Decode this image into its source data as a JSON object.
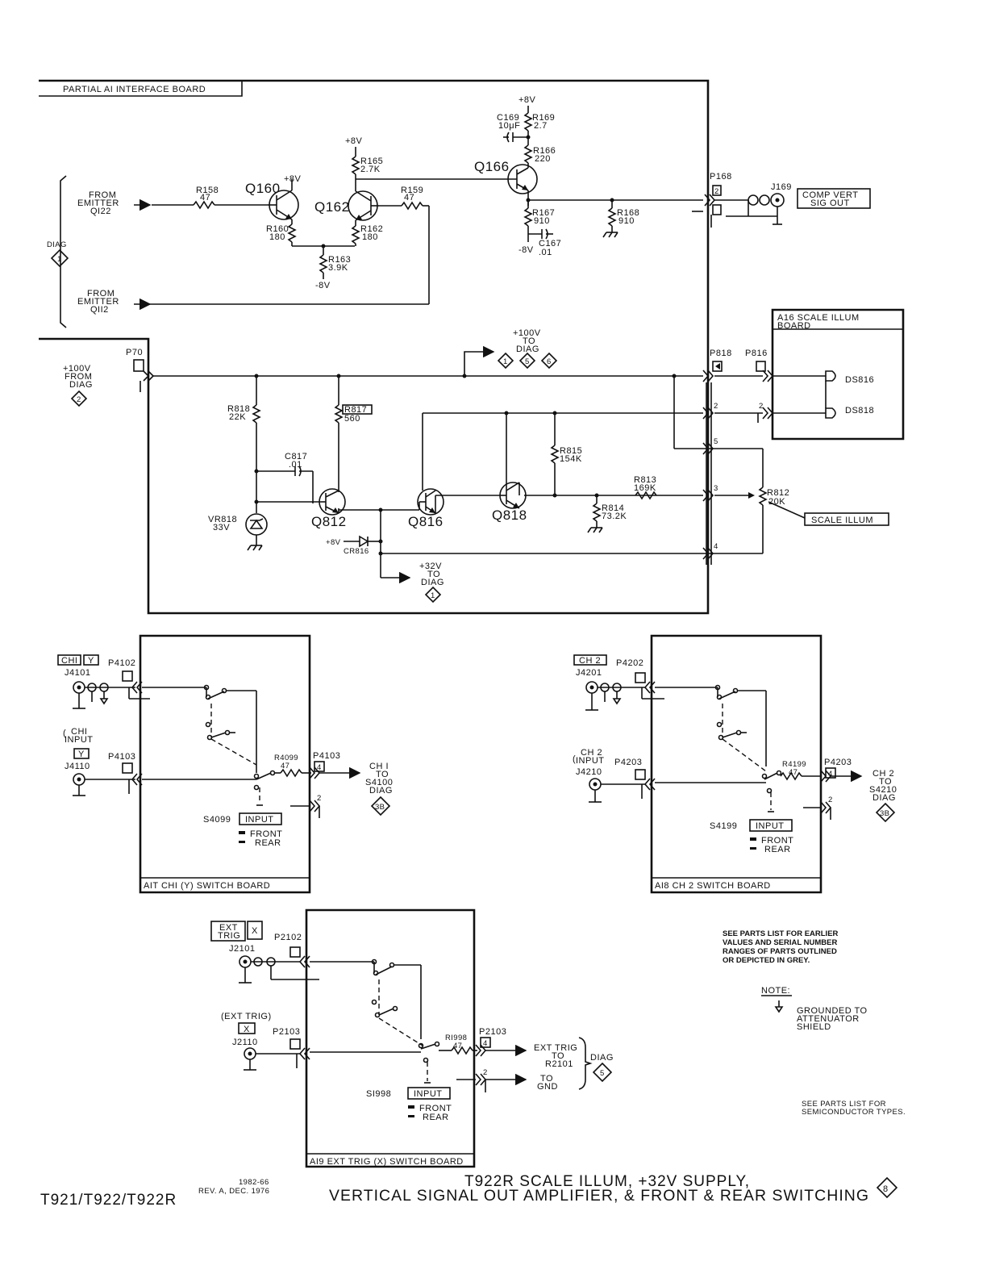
{
  "boards": {
    "a1": "PARTIAL AI INTERFACE BOARD",
    "a16": [
      "A16 SCALE ILLUM",
      "BOARD"
    ],
    "a17": "AIT CHI (Y) SWITCH BOARD",
    "a18": "AI8 CH 2 SWITCH BOARD",
    "a19": "AI9 EXT TRIG (X) SWITCH BOARD"
  },
  "supplies": {
    "p8v_q165": "+8V",
    "p8v_q166": "+8V",
    "p8v_q160": "+8V",
    "m8v_r163": "-8V",
    "m8v_c167": "-8V",
    "p8v_cr816": "+8V"
  },
  "components": {
    "q160": "Q160",
    "q162": "Q162",
    "q166": "Q166",
    "q812": "Q812",
    "q816": "Q816",
    "q818": "Q818",
    "r158": [
      "R158",
      "47"
    ],
    "r159": [
      "R159",
      "47"
    ],
    "r160": [
      "R160",
      "180"
    ],
    "r162": [
      "R162",
      "180"
    ],
    "r163": [
      "R163",
      "3.9K"
    ],
    "r165": [
      "R165",
      "2.7K"
    ],
    "r166": [
      "R166",
      "220"
    ],
    "r167": [
      "R167",
      "910"
    ],
    "r168": [
      "R168",
      "910"
    ],
    "r169": [
      "R169",
      "2.7"
    ],
    "c169": [
      "C169",
      "10μF"
    ],
    "c167": [
      "C167",
      ".01"
    ],
    "r818": [
      "R818",
      "22K"
    ],
    "r817": [
      "R817",
      "560"
    ],
    "c817": [
      "C817",
      ".01"
    ],
    "vr818": [
      "VR818",
      "33V"
    ],
    "r815": [
      "R815",
      "154K"
    ],
    "r813": [
      "R813",
      "169K"
    ],
    "r814": [
      "R814",
      "73.2K"
    ],
    "r812": [
      "R812",
      "20K"
    ],
    "cr816": "CR816",
    "ds816": "DS816",
    "ds818": "DS818",
    "r4099": [
      "R4099",
      "47"
    ],
    "r4199": [
      "R4199",
      "47"
    ],
    "r1998": [
      "RI998",
      "47"
    ]
  },
  "connectors": {
    "p168": "P168",
    "j169": "J169",
    "p70": "P70",
    "p818": "P818",
    "p816": "P816",
    "p4102": "P4102",
    "p4103a": "P4103",
    "p4103b": "P4103",
    "j4101": "J4101",
    "j4110": "J4110",
    "p4202": "P4202",
    "p4203a": "P4203",
    "p4203b": "P4203",
    "j4201": "J4201",
    "j4210": "J4210",
    "p2102": "P2102",
    "p2103a": "P2103",
    "p2103b": "P2103",
    "j2101": "J2101",
    "j2110": "J2110"
  },
  "signals": {
    "from_q122": [
      "FROM",
      "EMITTER",
      "QI22"
    ],
    "from_q112": [
      "FROM",
      "EMITTER",
      "QII2"
    ],
    "diag_label": "DIAG",
    "diag1": "1",
    "comp_vert": [
      "COMP VERT",
      "SIG OUT"
    ],
    "p100v_from": [
      "+100V",
      "FROM",
      "DIAG"
    ],
    "diag2": "2",
    "p100v_to": [
      "+100V",
      "TO",
      "DIAG"
    ],
    "diags_100v": [
      "1",
      "5",
      "6"
    ],
    "p32v_to": [
      "+32V",
      "TO",
      "DIAG"
    ],
    "scale_illum": "SCALE ILLUM",
    "ch1_to": [
      "CH I",
      "TO",
      "S4100",
      "DIAG"
    ],
    "ch2_to": [
      "CH 2",
      "TO",
      "S4210",
      "DIAG"
    ],
    "diag3b": "3B",
    "ext_trig_to": [
      "EXT TRIG",
      "TO",
      "R2101"
    ],
    "to_gnd": [
      "TO",
      "GND"
    ],
    "diag5": "5"
  },
  "switches": {
    "s4099": "S4099",
    "s4199": "S4199",
    "s1998": "SI998",
    "input": "INPUT",
    "front": "FRONT",
    "rear": "REAR"
  },
  "inputs": {
    "ch1_box": "CHI",
    "y_box": "Y",
    "ch1_input": [
      "CHI",
      "INPUT"
    ],
    "ch2_box": "CH 2",
    "ch2_input": [
      "CH 2",
      "INPUT"
    ],
    "ext_trig_box": [
      "EXT",
      "TRIG"
    ],
    "x_box": "X",
    "ext_trig_input": "(EXT TRIG)"
  },
  "pins": [
    "1",
    "2",
    "3",
    "4",
    "5"
  ],
  "notes": {
    "parts_grey": [
      "SEE PARTS LIST FOR EARLIER",
      "VALUES AND SERIAL NUMBER",
      "RANGES OF PARTS OUTLINED",
      "OR DEPICTED IN GREY."
    ],
    "note_label": "NOTE:",
    "grounded": [
      "GROUNDED TO",
      "ATTENUATOR",
      "SHIELD"
    ],
    "semis": [
      "SEE PARTS LIST FOR",
      "SEMICONDUCTOR TYPES."
    ]
  },
  "footer": {
    "models": "T921/T922/T922R",
    "doc_no": "1982-66",
    "rev": "REV. A, DEC. 1976",
    "title_line1": "T922R SCALE ILLUM, +32V SUPPLY,",
    "title_line2": "VERTICAL SIGNAL OUT AMPLIFIER, & FRONT & REAR SWITCHING",
    "diagram_no": "8"
  }
}
